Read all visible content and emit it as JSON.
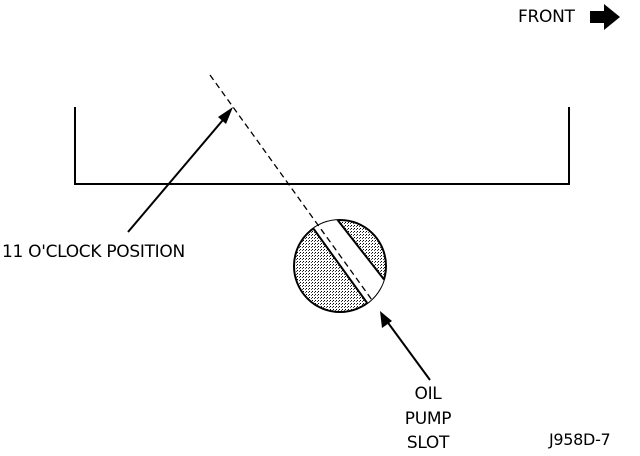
{
  "labels": {
    "front": "FRONT",
    "position": "11 O'CLOCK POSITION",
    "slot_line1": "OIL",
    "slot_line2": "PUMP",
    "slot_line3": "SLOT",
    "figure_id": "J958D-7"
  },
  "colors": {
    "ink": "#000000",
    "background": "#ffffff",
    "shade": "#9a9a9a"
  }
}
